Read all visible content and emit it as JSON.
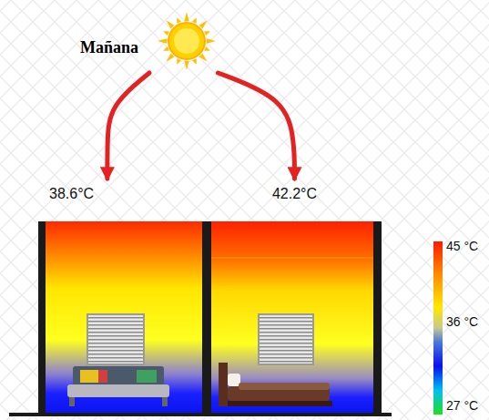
{
  "diagram": {
    "nodes": [
      {
        "text": [
          "Mañana"
        ]
      },
      {
        "text": [
          "38.6°C"
        ]
      },
      {
        "text": [
          "42.2°C"
        ]
      }
    ],
    "edges": [
      {
        "from": 0,
        "to": 1,
        "arrow": "to"
      },
      {
        "from": 0,
        "to": 2,
        "arrow": "to"
      }
    ],
    "labels": [
      "45 °C",
      "36 °C",
      "27 °C"
    ]
  }
}
